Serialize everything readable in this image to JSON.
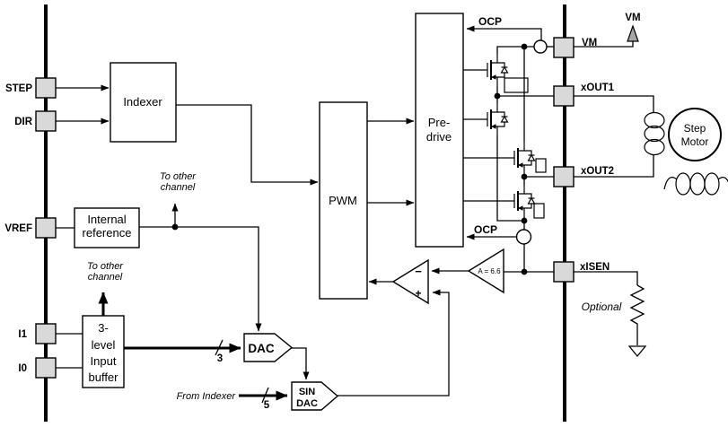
{
  "pins": {
    "left": [
      {
        "label": "STEP"
      },
      {
        "label": "DIR"
      },
      {
        "label": "VREF"
      },
      {
        "label": "I1"
      },
      {
        "label": "I0"
      }
    ],
    "right": [
      {
        "label": "VM"
      },
      {
        "label": "xOUT1"
      },
      {
        "label": "xOUT2"
      },
      {
        "label": "xISEN"
      }
    ]
  },
  "blocks": {
    "indexer": {
      "label": "Indexer"
    },
    "internal_reference": {
      "line1": "Internal",
      "line2": "reference"
    },
    "input_buffer": {
      "line1": "3-",
      "line2": "level",
      "line3": "Input",
      "line4": "buffer"
    },
    "pwm": {
      "label": "PWM"
    },
    "predrive": {
      "line1": "Pre-",
      "line2": "drive"
    },
    "dac": {
      "label": "DAC"
    },
    "sin_dac": {
      "line1": "SIN",
      "line2": "DAC"
    },
    "comparator": {
      "minus": "−",
      "plus": "+"
    },
    "sense_amp": {
      "gain": "A = 6.6"
    }
  },
  "annotations": {
    "ocp_top": "OCP",
    "ocp_bottom": "OCP",
    "to_other_channel_top": {
      "line1": "To other",
      "line2": "channel"
    },
    "to_other_channel_bottom": {
      "line1": "To other",
      "line2": "channel"
    },
    "from_indexer": "From Indexer",
    "optional": "Optional",
    "vm_supply": "VM",
    "bus_width_dac": "3",
    "bus_width_sindac": "5"
  },
  "motor": {
    "line1": "Step",
    "line2": "Motor"
  },
  "colors": {
    "line": "#000000",
    "pin_fill": "#d9d9d9",
    "background": "#ffffff",
    "supply_fill": "#a6a6a6"
  }
}
